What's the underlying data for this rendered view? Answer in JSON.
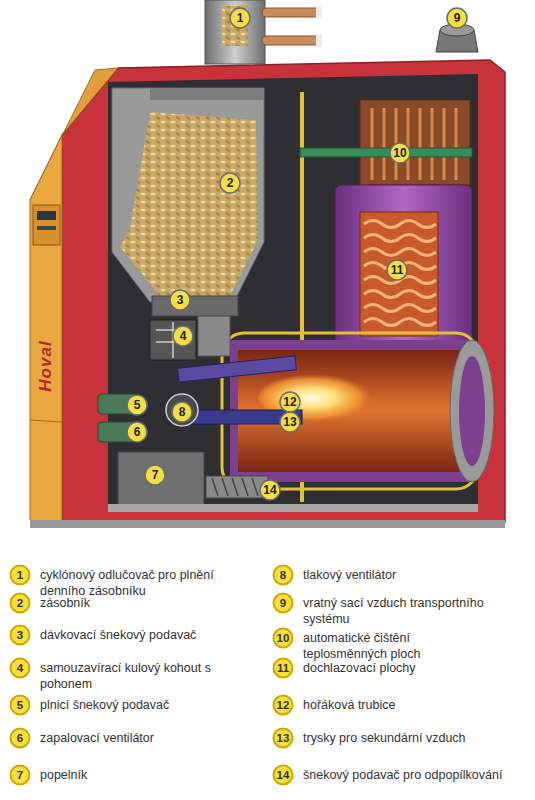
{
  "diagram": {
    "nodes": [
      {
        "text": [
          "1"
        ]
      },
      {
        "text": [
          "2"
        ]
      },
      {
        "text": [
          "3"
        ]
      },
      {
        "text": [
          "4"
        ]
      },
      {
        "text": [
          "5"
        ]
      },
      {
        "text": [
          "6"
        ]
      },
      {
        "text": [
          "7"
        ]
      },
      {
        "text": [
          "8"
        ]
      },
      {
        "text": [
          "9"
        ]
      },
      {
        "text": [
          "10"
        ]
      },
      {
        "text": [
          "11"
        ]
      },
      {
        "text": [
          "12"
        ]
      },
      {
        "text": [
          "13"
        ]
      },
      {
        "text": [
          "14"
        ]
      },
      {
        "text": [
          "1",
          "cyklónový odlučovač pro plnění denního zásobníku"
        ]
      },
      {
        "text": [
          "2",
          "zásobník"
        ]
      },
      {
        "text": [
          "3",
          "dávkovací šnekový podavač"
        ]
      },
      {
        "text": [
          "4",
          "samouzavírací kulový kohout s pohonem"
        ]
      },
      {
        "text": [
          "5",
          "plnicí šnekový podavač"
        ]
      },
      {
        "text": [
          "6",
          "zapalovací ventilátor"
        ]
      },
      {
        "text": [
          "7",
          "popelník"
        ]
      },
      {
        "text": [
          "8",
          "tlakový ventilátor"
        ]
      },
      {
        "text": [
          "9",
          "vratný sací vzduch transportního systému"
        ]
      },
      {
        "text": [
          "10",
          "automatické čištění teplosměnných ploch"
        ]
      },
      {
        "text": [
          "11",
          "dochlazovací plochy"
        ]
      },
      {
        "text": [
          "12",
          "hořáková trubice"
        ]
      },
      {
        "text": [
          "13",
          "trysky pro sekundární vzduch"
        ]
      },
      {
        "text": [
          "14",
          "šnekový podavač pro odpopílkování"
        ]
      }
    ],
    "edges": [],
    "labels": [
      "Hoval"
    ]
  }
}
